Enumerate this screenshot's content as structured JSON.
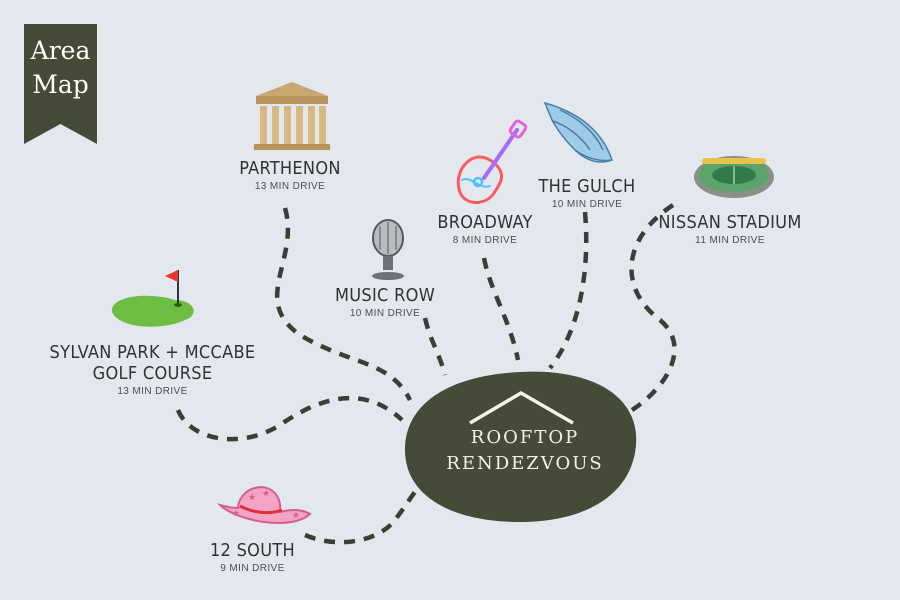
{
  "banner": {
    "line1": "Area",
    "line2": "Map"
  },
  "hub": {
    "line1": "ROOFTOP",
    "line2": "RENDEZVOUS"
  },
  "places": [
    {
      "id": "parthenon",
      "name": "PARTHENON",
      "drive": "13 MIN DRIVE",
      "icon": "parthenon-icon"
    },
    {
      "id": "broadway",
      "name": "BROADWAY",
      "drive": "8 MIN DRIVE",
      "icon": "neon-guitar-icon"
    },
    {
      "id": "gulch",
      "name": "THE GULCH",
      "drive": "10 MIN DRIVE",
      "icon": "angel-wings-icon"
    },
    {
      "id": "nissan",
      "name": "NISSAN STADIUM",
      "drive": "11 MIN DRIVE",
      "icon": "stadium-icon"
    },
    {
      "id": "musicrow",
      "name": "MUSIC ROW",
      "drive": "10 MIN DRIVE",
      "icon": "microphone-icon"
    },
    {
      "id": "sylvan",
      "name_line1": "SYLVAN PARK + MCCABE",
      "name_line2": "GOLF COURSE",
      "drive": "13 MIN DRIVE",
      "icon": "golf-green-icon"
    },
    {
      "id": "southdrive",
      "name": "12 SOUTH",
      "drive": "9 MIN DRIVE",
      "icon": "cowboy-hat-icon"
    }
  ],
  "colors": {
    "background": "#e3e8ee",
    "hub": "#454b37",
    "path": "#3a3f33",
    "banner": "#454b37"
  }
}
